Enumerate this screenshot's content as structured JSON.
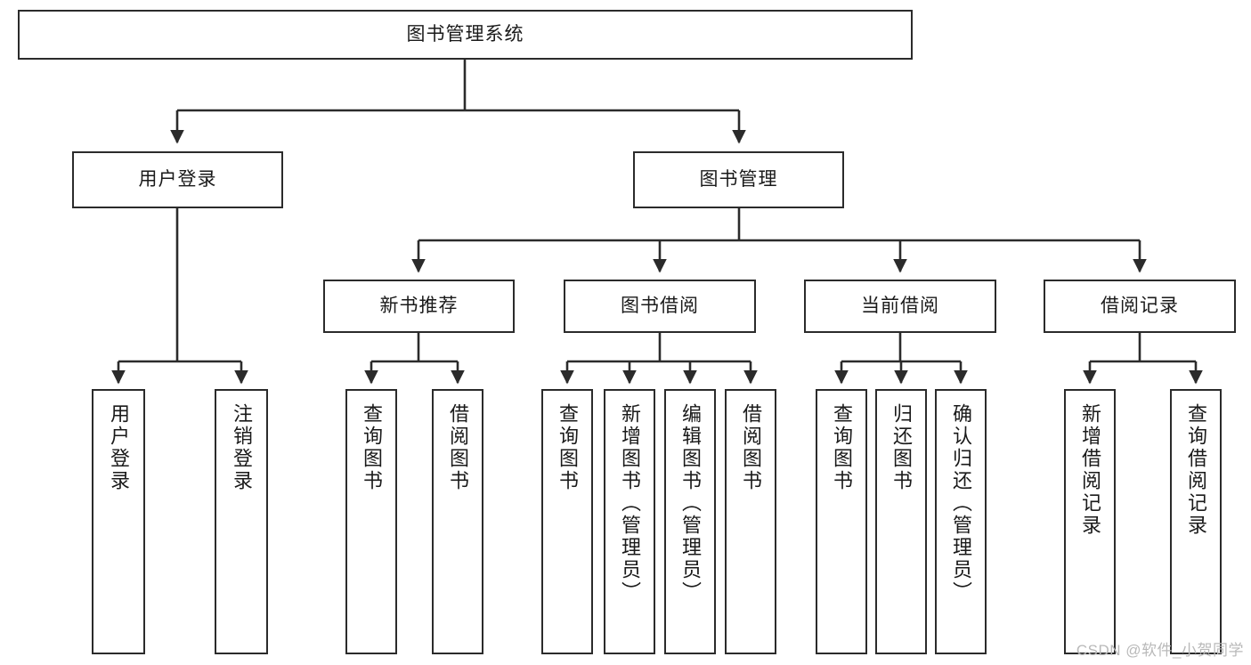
{
  "diagram": {
    "type": "tree-hierarchy",
    "title": "图书管理系统",
    "watermark": "CSDN @软件_小贺同学",
    "colors": {
      "box_border": "#2b2b2b",
      "box_fill": "#ffffff",
      "connector": "#2b2b2b",
      "text": "#1a1a1a",
      "watermark": "#b9b9b9"
    },
    "root": {
      "id": "root",
      "label": "图书管理系统"
    },
    "level2": [
      {
        "id": "user-login",
        "label": "用户登录"
      },
      {
        "id": "book-management",
        "label": "图书管理"
      }
    ],
    "level3": [
      {
        "id": "new-book-recommend",
        "label": "新书推荐",
        "parent": "book-management"
      },
      {
        "id": "book-borrow",
        "label": "图书借阅",
        "parent": "book-management"
      },
      {
        "id": "current-borrow",
        "label": "当前借阅",
        "parent": "book-management"
      },
      {
        "id": "borrow-record",
        "label": "借阅记录",
        "parent": "book-management"
      }
    ],
    "leaves": {
      "user-login": [
        {
          "id": "leaf-user-login",
          "label": "用户登录"
        },
        {
          "id": "leaf-user-logout",
          "label": "注销登录"
        }
      ],
      "new-book-recommend": [
        {
          "id": "leaf-query-book-1",
          "label": "查询图书"
        },
        {
          "id": "leaf-borrow-book-1",
          "label": "借阅图书"
        }
      ],
      "book-borrow": [
        {
          "id": "leaf-query-book-2",
          "label": "查询图书"
        },
        {
          "id": "leaf-add-book",
          "label": "新增图书（管理员）"
        },
        {
          "id": "leaf-edit-book",
          "label": "编辑图书（管理员）"
        },
        {
          "id": "leaf-borrow-book-2",
          "label": "借阅图书"
        }
      ],
      "current-borrow": [
        {
          "id": "leaf-query-book-3",
          "label": "查询图书"
        },
        {
          "id": "leaf-return-book",
          "label": "归还图书"
        },
        {
          "id": "leaf-confirm-return",
          "label": "确认归还（管理员）"
        }
      ],
      "borrow-record": [
        {
          "id": "leaf-add-record",
          "label": "新增借阅记录"
        },
        {
          "id": "leaf-query-record",
          "label": "查询借阅记录"
        }
      ]
    }
  }
}
